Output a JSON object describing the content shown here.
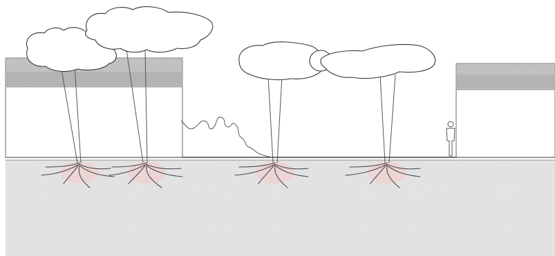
{
  "diagram": {
    "kind": "section-sketch",
    "elements": {
      "canopies": [
        "canopy-left-low",
        "canopy-left-high",
        "canopy-center",
        "canopy-right"
      ],
      "trees": [
        "tree-1",
        "tree-2",
        "tree-3",
        "tree-4"
      ],
      "buildings": [
        "building-left",
        "building-right"
      ],
      "figure": "person-silhouette",
      "ground": "soil-section"
    },
    "colors": {
      "outline": "#333333",
      "soil_pattern": "#d9d9d9",
      "hatch": "#9a9a9a",
      "root_glow": "#f4c8c4",
      "roots": "#4a4a55"
    }
  }
}
